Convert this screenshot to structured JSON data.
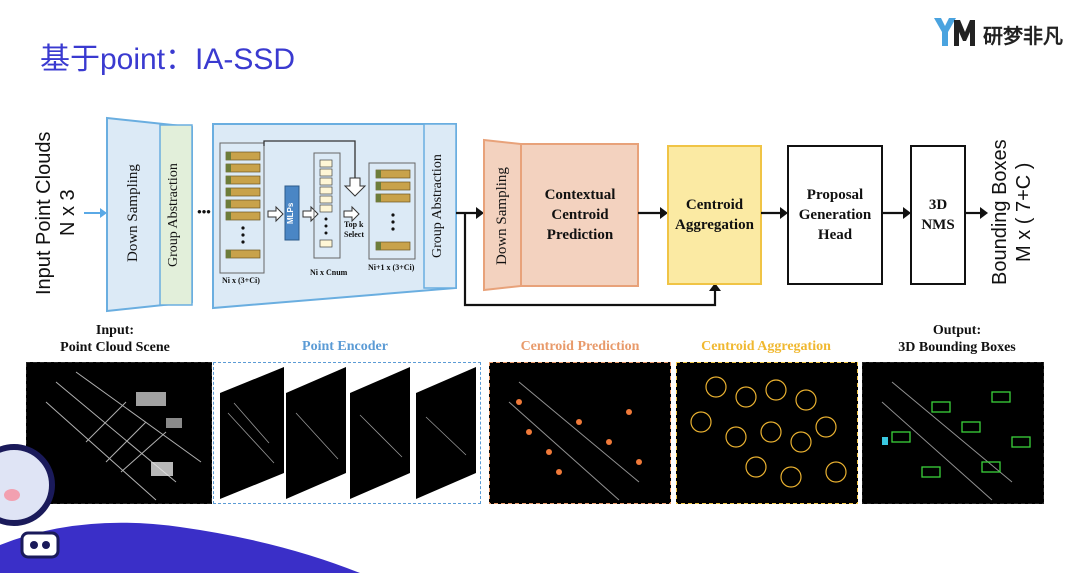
{
  "title": "基于point：IA-SSD",
  "logo": {
    "name": "研梦非凡",
    "mark": "YM"
  },
  "input_label": {
    "line1": "Input Point Clouds",
    "line2": "N x 3"
  },
  "output_label": {
    "line1": "Bounding Boxes",
    "line2": "M x ( 7+C )"
  },
  "encoder": {
    "down_sampling": "Down Sampling",
    "group_abstraction_1": "Group Abstraction",
    "group_abstraction_2": "Group Abstraction",
    "mlps": "MLPs",
    "top_k": "Top k",
    "select": "Select",
    "dim_1": "Ni x (3+Ci)",
    "dim_2": "Ni x Cnum",
    "dim_3": "Ni+1 x (3+Ci)",
    "ellipsis": "•••"
  },
  "head": {
    "down_sampling": "Down Sampling",
    "contextual": "Contextual Centroid Prediction",
    "aggregation": "Centroid Aggregation",
    "proposal": "Proposal Generation Head",
    "nms": "3D NMS"
  },
  "captions": {
    "input": "Input:\nPoint Cloud Scene",
    "point_encoder": "Point Encoder",
    "centroid_prediction": "Centroid Prediction",
    "centroid_aggregation": "Centroid Aggregation",
    "output": "Output:\n3D Bounding Boxes"
  },
  "colors": {
    "title": "#3a3ad0",
    "encoder_fill": "#dceaf6",
    "encoder_border": "#6aaee0",
    "group_abstraction_fill": "#e2efda",
    "contextual_fill": "#f3d2bf",
    "contextual_border": "#e8a27a",
    "aggregation_fill": "#fbeaa3",
    "aggregation_border": "#f0c445",
    "point_encoder_caption": "#5b9bd5",
    "centroid_prediction_caption": "#e89a6a",
    "centroid_aggregation_caption": "#f0b830"
  }
}
